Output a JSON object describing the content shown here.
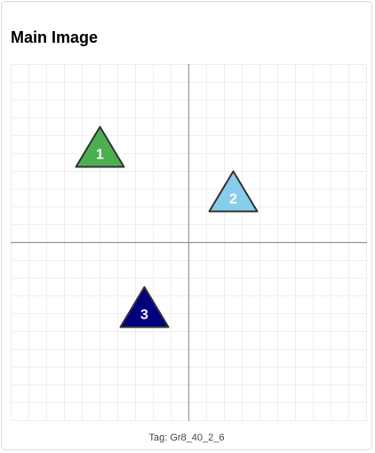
{
  "main": {
    "title": "Main Image",
    "tag_label": "Tag: Gr8_40_2_6"
  },
  "diagram": {
    "grid": true,
    "grid_range": [
      -10,
      10
    ],
    "grid_color": "#efefef",
    "axis_color": "#9a9a9a",
    "stroke_color": "#333333",
    "label_color": "#ffffff",
    "shapes": [
      {
        "label": "1",
        "shape": "triangle",
        "center": [
          -5,
          5
        ],
        "fill": "#4caf50"
      },
      {
        "label": "2",
        "shape": "triangle",
        "center": [
          2.5,
          2.5
        ],
        "fill": "#87ceeb"
      },
      {
        "label": "3",
        "shape": "triangle",
        "center": [
          -2.5,
          -4
        ],
        "fill": "#000080"
      }
    ]
  }
}
